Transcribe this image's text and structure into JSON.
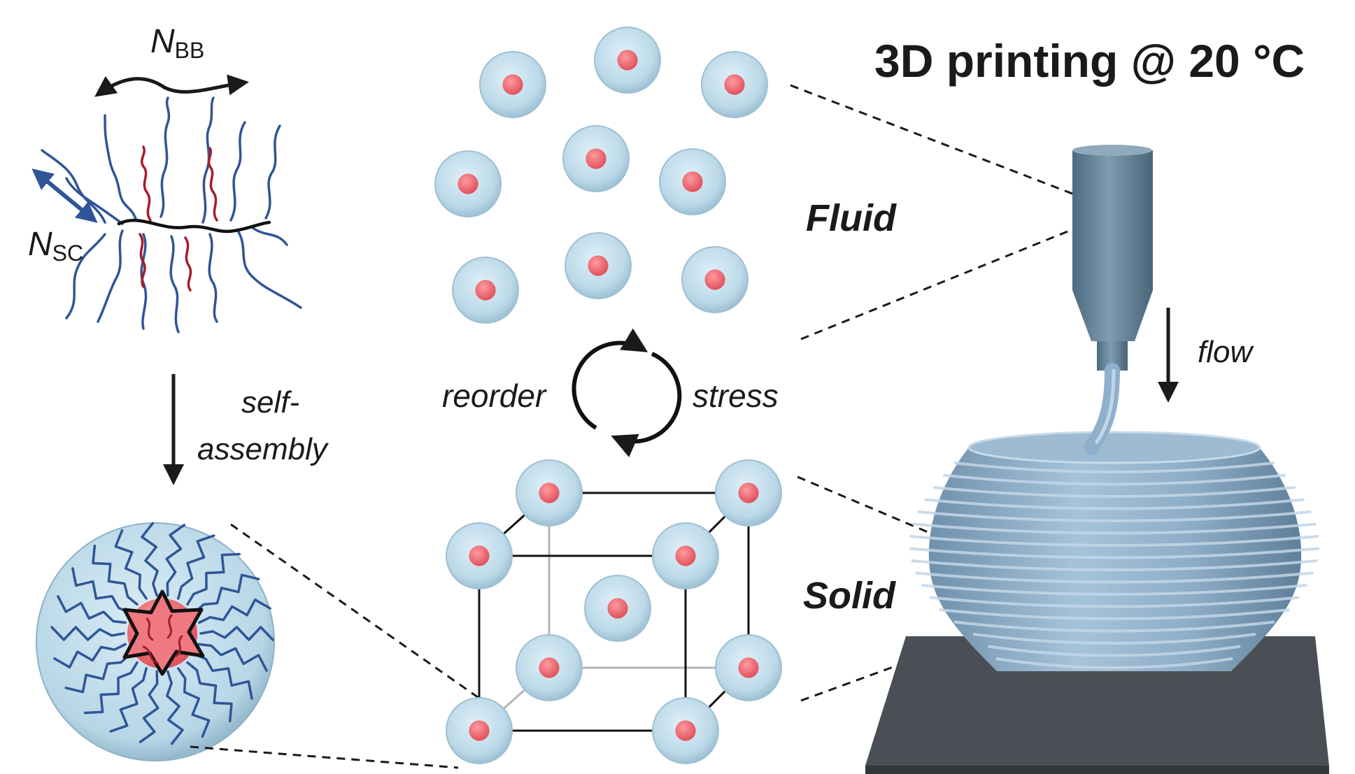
{
  "title": "3D printing @ 20 °C",
  "labels": {
    "nbb_main": "N",
    "nbb_sub": "BB",
    "nsc_main": "N",
    "nsc_sub": "SC",
    "self_assembly_line1": "self-",
    "self_assembly_line2": "assembly",
    "reorder": "reorder",
    "stress": "stress",
    "fluid": "Fluid",
    "solid": "Solid",
    "flow": "flow"
  },
  "colors": {
    "corona_chain": "#2f5597",
    "core_chain": "#a51d2a",
    "micelle_shell": "#c8e1ee",
    "micelle_core": "#f0787f",
    "print_blue": "#8fb0cc",
    "nozzle": "#5f7a8e",
    "plate": "#4a4f55"
  },
  "icons": [
    "bottlebrush-polymer",
    "micelle",
    "cycle-arrows-icon",
    "bcc-lattice",
    "printing-nozzle",
    "printed-vase"
  ]
}
